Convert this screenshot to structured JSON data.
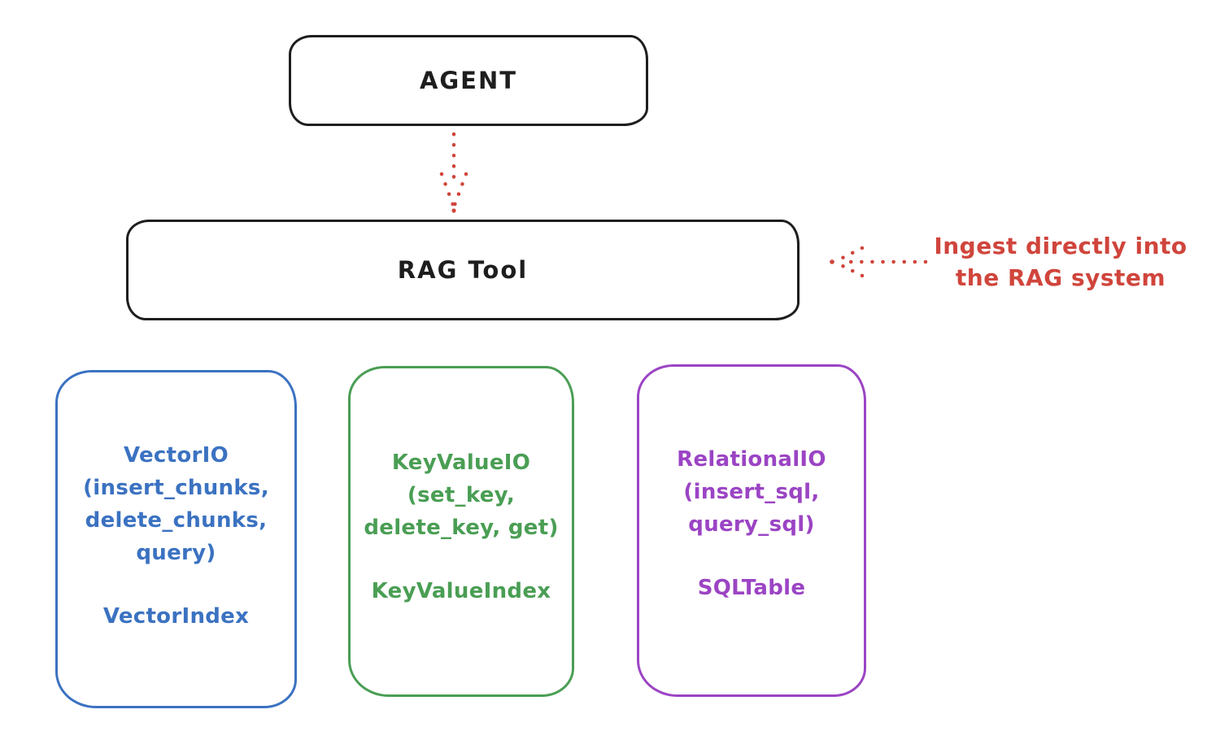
{
  "canvas": {
    "background": "#ffffff",
    "ink_color": "#1e1e1e"
  },
  "nodes": {
    "agent": {
      "label": "AGENT",
      "color": "#1e1e1e"
    },
    "rag_tool": {
      "label": "RAG Tool",
      "color": "#1e1e1e"
    },
    "vector": {
      "color": "#3b72c1",
      "lines": [
        "VectorIO",
        "(insert_chunks,",
        "delete_chunks,",
        "query)"
      ],
      "footer": "VectorIndex"
    },
    "keyvalue": {
      "color": "#4a9e54",
      "lines": [
        "KeyValueIO",
        "(set_key,",
        "delete_key, get)"
      ],
      "footer": "KeyValueIndex"
    },
    "relational": {
      "color": "#9b44c4",
      "lines": [
        "RelationalIO",
        "(insert_sql,",
        "query_sql)"
      ],
      "footer": "SQLTable"
    }
  },
  "annotation": {
    "color": "#d0453c",
    "lines": [
      "Ingest directly into",
      "the RAG system"
    ]
  },
  "arrows": {
    "agent_to_rag": {
      "style": "dotted",
      "direction": "down",
      "color": "#d0453c",
      "from": "agent",
      "to": "rag_tool"
    },
    "annotation_to_rag": {
      "style": "dotted",
      "direction": "left",
      "color": "#d0453c",
      "from": "annotation",
      "to": "rag_tool"
    }
  }
}
